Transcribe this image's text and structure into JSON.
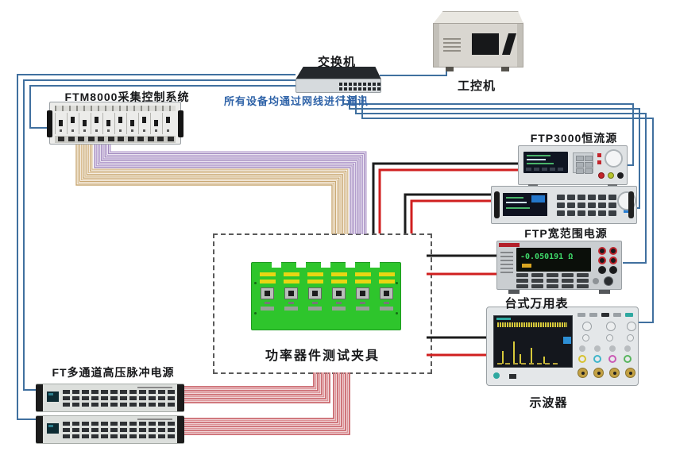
{
  "note": {
    "text": "所有设备均通过网线进行通讯",
    "color": "#2f63a8"
  },
  "devices": {
    "switch": {
      "label": "交换机"
    },
    "ipc": {
      "label": "工控机"
    },
    "ftm8000": {
      "label": "FTM8000采集控制系统"
    },
    "ftp3000": {
      "label": "FTP3000恒流源"
    },
    "ftp_wide": {
      "label": "FTP宽范围电源"
    },
    "dmm": {
      "label": "台式万用表",
      "reading": "-0.050191 Ω"
    },
    "scope": {
      "label": "示波器"
    },
    "fixture": {
      "label": "功率器件测试夹具",
      "socket_count": 6
    },
    "pulse": {
      "label": "FT多通道高压脉冲电源",
      "unit_count": 2
    }
  },
  "wire_colors": {
    "ethernet": "#40709f",
    "probe_black": "#1c1c1c",
    "probe_red": "#d01f1f",
    "ribbon_tan": "#d9bd90",
    "ribbon_purple": "#b49dce",
    "ribbon_red": "#c9666c"
  }
}
